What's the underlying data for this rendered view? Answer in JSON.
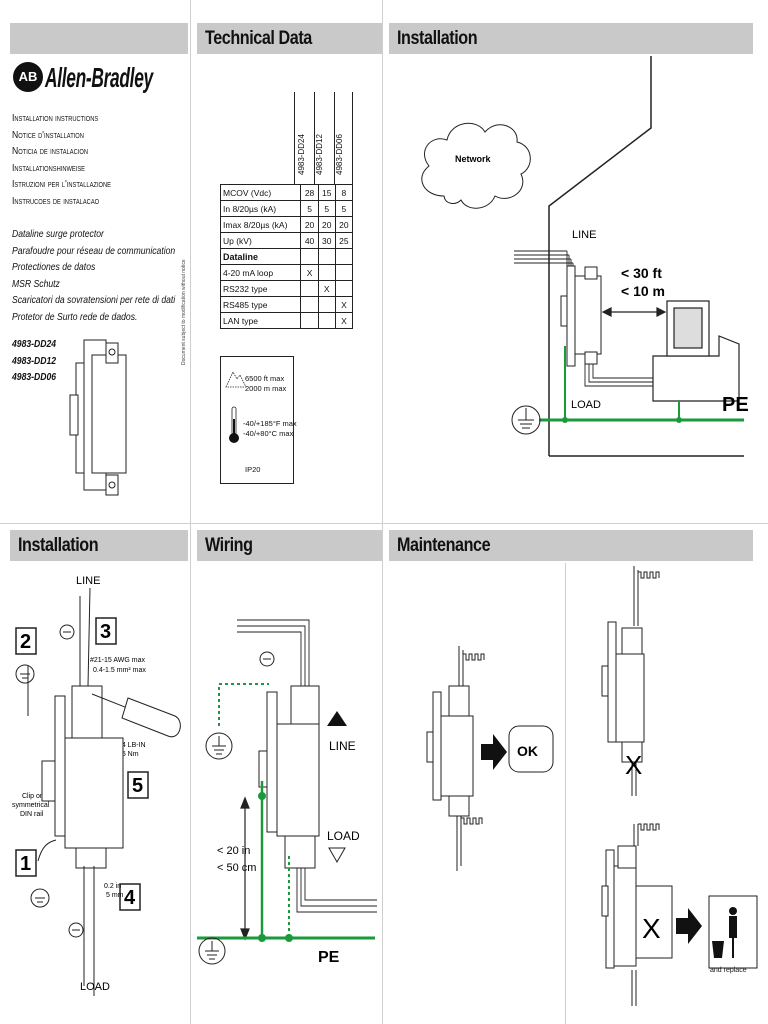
{
  "headers": {
    "technical_data": "Technical Data",
    "installation_top": "Installation",
    "installation_bottom": "Installation",
    "wiring": "Wiring",
    "maintenance": "Maintenance"
  },
  "brand": {
    "logo": "AB",
    "name": "Allen-Bradley"
  },
  "instruction_titles": [
    "Installation instructions",
    "Notice d'installation",
    "Noticia de instalacion",
    "Installationshinweise",
    "Istruzioni per l'installazione",
    "Instrucoes de instalacao"
  ],
  "product_descriptions": [
    "Dataline surge protector",
    "Parafoudre pour réseau de communication",
    "Protectiones de datos",
    "MSR Schutz",
    "Scaricatori da sovratensioni per rete di  dati",
    "Protetor de Surto rede de dados."
  ],
  "models": [
    "4983-DD24",
    "4983-DD12",
    "4983-DD06"
  ],
  "side_text": "Document subject to modification without notice",
  "tech_table": {
    "columns": [
      "4983-DD24",
      "4983-DD12",
      "4983-DD06"
    ],
    "rows": [
      {
        "label": "MCOV (Vdc)",
        "values": [
          "28",
          "15",
          "8"
        ],
        "bold": false
      },
      {
        "label": "In 8/20µs (kA)",
        "values": [
          "5",
          "5",
          "5"
        ],
        "bold": false
      },
      {
        "label": "Imax 8/20µs (kA)",
        "values": [
          "20",
          "20",
          "20"
        ],
        "bold": false
      },
      {
        "label": "Up (kV)",
        "values": [
          "40",
          "30",
          "25"
        ],
        "bold": false
      },
      {
        "label": "Dataline",
        "values": [
          "",
          "",
          ""
        ],
        "bold": true
      },
      {
        "label": "4-20 mA loop",
        "values": [
          "X",
          "",
          ""
        ],
        "bold": false
      },
      {
        "label": "RS232 type",
        "values": [
          "",
          "X",
          ""
        ],
        "bold": false
      },
      {
        "label": "RS485 type",
        "values": [
          "",
          "",
          "X"
        ],
        "bold": false
      },
      {
        "label": "LAN type",
        "values": [
          "",
          "",
          "X"
        ],
        "bold": false
      }
    ]
  },
  "env_box": {
    "altitude_ft": "6500 ft max",
    "altitude_m": "2000 m max",
    "temp_f": "-40/+185°F max",
    "temp_c": "-40/+80°C max",
    "ip": "IP20"
  },
  "install_top": {
    "network": "Network",
    "line": "LINE",
    "dist_ft": "< 30 ft",
    "dist_m": "< 10 m",
    "load": "LOAD",
    "pe": "PE"
  },
  "install_bottom": {
    "line": "LINE",
    "load": "LOAD",
    "step1": "1",
    "step2": "2",
    "step3": "3",
    "step4": "4",
    "step5": "5",
    "awg": "#21-15 AWG max",
    "mm2": "0.4-1.5 mm² max",
    "torque_lb": "4.4 LB-IN",
    "torque_nm": "0.5 Nm",
    "clip1": "Clip on",
    "clip2": "symmetrical",
    "clip3": "DIN rail",
    "strip_in": "0.2 in",
    "strip_mm": "5 mm"
  },
  "wiring": {
    "line": "LINE",
    "load": "LOAD",
    "dist_in": "< 20 in",
    "dist_cm": "< 50 cm",
    "pe": "PE"
  },
  "maintenance": {
    "ok": "OK",
    "x1": "X",
    "x2": "X",
    "replace": "and replace"
  },
  "colors": {
    "header": "#c9c9c9",
    "ground": "#1a9a3a"
  }
}
